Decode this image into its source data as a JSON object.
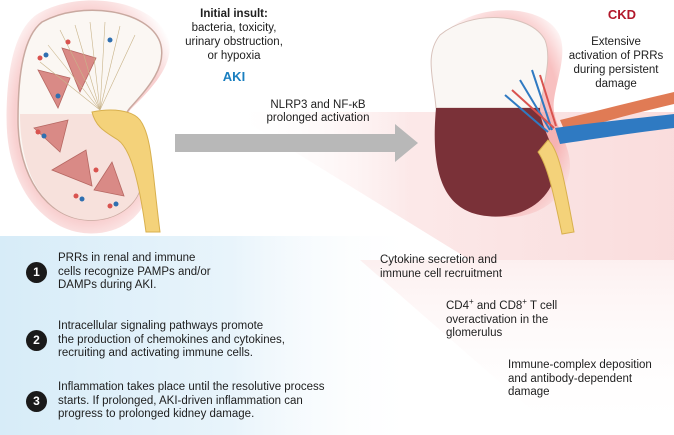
{
  "aki_panel": {
    "insult_title": "Initial insult:",
    "insult_lines": [
      "bacteria, toxicity,",
      "urinary obstruction,",
      "or hypoxia"
    ],
    "label": "AKI"
  },
  "arrow": {
    "lines": [
      "NLRP3 and NF-κB",
      "prolonged activation"
    ]
  },
  "ckd_panel": {
    "label": "CKD",
    "desc_lines": [
      "Extensive",
      "activation of PRRs",
      "during persistent",
      "damage"
    ]
  },
  "steps": [
    {
      "number": "1",
      "lines": [
        "PRRs in renal and immune",
        "cells recognize PAMPs and/or",
        "DAMPs during AKI."
      ]
    },
    {
      "number": "2",
      "lines": [
        "Intracellular signaling pathways promote",
        "the production of chemokines and cytokines,",
        "recruiting and activating immune cells."
      ]
    },
    {
      "number": "3",
      "lines": [
        "Inflammation takes place until the resolutive process",
        "starts. If prolonged, AKI-driven inflammation can",
        "progress to prolonged kidney damage."
      ]
    }
  ],
  "consequences": {
    "cytokine": [
      "Cytokine secretion and",
      "immune cell recruitment"
    ],
    "tcell_line1_a": "CD4",
    "tcell_sup": "+",
    "tcell_line1_b": " and CD8",
    "tcell_line1_c": " T cell",
    "tcell_lines": [
      "overactivation in the",
      "glomerulus"
    ],
    "immune_complex": [
      "Immune-complex deposition",
      "and antibody-dependent",
      "damage"
    ]
  },
  "colors": {
    "aki": "#1a7fc0",
    "ckd": "#b2182b",
    "badge": "#1a1a1a",
    "arrow": "#b8b8b8"
  },
  "icons": [
    "kidney-aki-illustration",
    "kidney-ckd-illustration",
    "progression-arrow"
  ]
}
